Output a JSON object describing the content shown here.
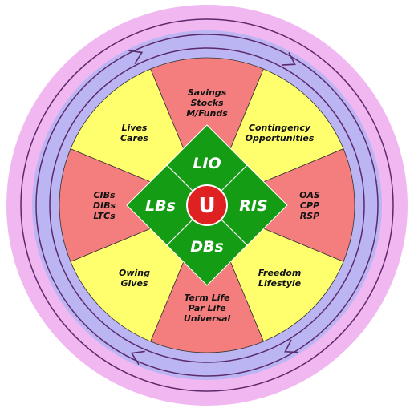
{
  "colors": {
    "outer_ring": "#f1b7f1",
    "mid_ring": "#bcb5f4",
    "segment_pink": "#f47e7e",
    "segment_yellow": "#ffff6e",
    "diamond_green": "#149c14",
    "center_red": "#e02121"
  },
  "center": {
    "label": "U"
  },
  "core": {
    "top": "LIO",
    "left": "LBs",
    "right": "RIS",
    "bottom": "DBs"
  },
  "segments": [
    {
      "lines": [
        "Savings",
        "Stocks",
        "M/Funds"
      ]
    },
    {
      "lines": [
        "Contingency",
        "Opportunities"
      ]
    },
    {
      "lines": [
        "OAS",
        "CPP",
        "RSP"
      ]
    },
    {
      "lines": [
        "Freedom",
        "Lifestyle"
      ]
    },
    {
      "lines": [
        "Term Life",
        "Par Life",
        "Universal"
      ]
    },
    {
      "lines": [
        "Owing",
        "Gives"
      ]
    },
    {
      "lines": [
        "CIBs",
        "DIBs",
        "LTCs"
      ]
    },
    {
      "lines": [
        "Lives",
        "Cares"
      ]
    }
  ],
  "icons": {
    "arrows": "circular-arrow-icon"
  }
}
